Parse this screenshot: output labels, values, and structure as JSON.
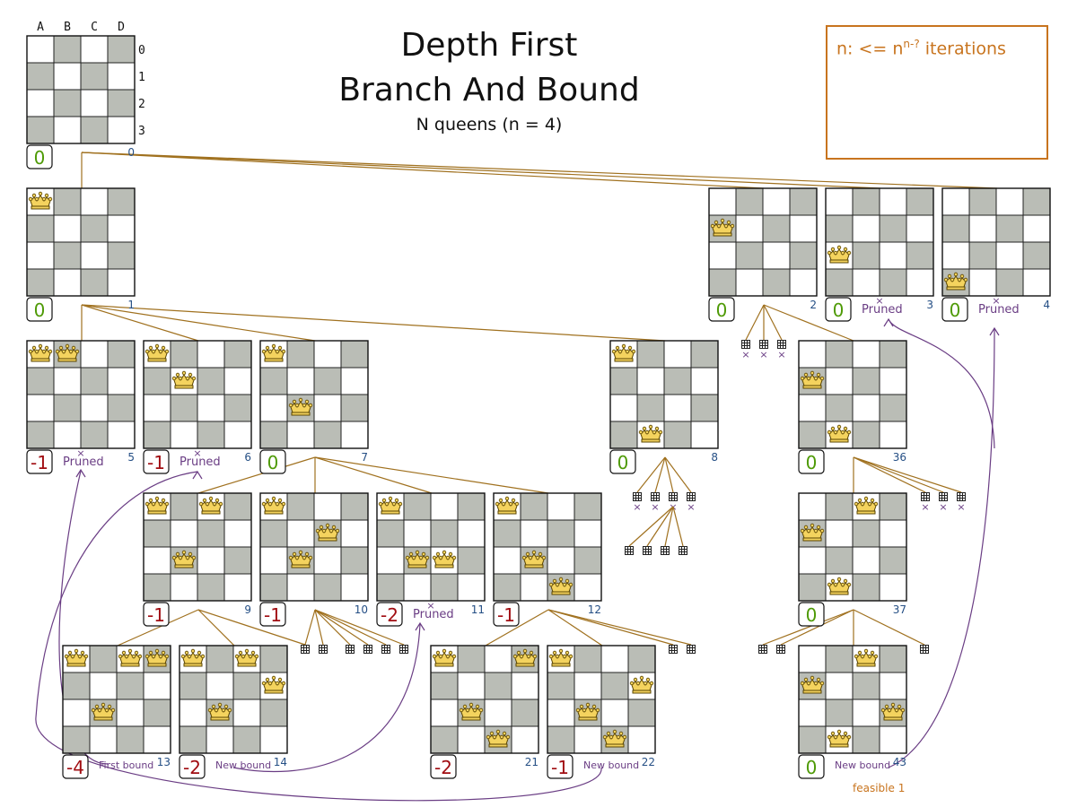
{
  "title_line1": "Depth First",
  "title_line2": "Branch And Bound",
  "subtitle": "N queens (n = 4)",
  "legend": {
    "prefix": "n: <= n",
    "exponent": "n-?",
    "suffix": " iterations"
  },
  "column_labels": [
    "A",
    "B",
    "C",
    "D"
  ],
  "row_labels": [
    "0",
    "1",
    "2",
    "3"
  ],
  "pruned_label": "Pruned",
  "nodes": [
    {
      "id": "0",
      "score": "0",
      "queens": []
    },
    {
      "id": "1",
      "score": "0",
      "queens": [
        [
          0,
          0
        ]
      ]
    },
    {
      "id": "2",
      "score": "0",
      "queens": [
        [
          0,
          1
        ]
      ]
    },
    {
      "id": "3",
      "score": "0",
      "queens": [
        [
          0,
          2
        ]
      ],
      "pruned": true
    },
    {
      "id": "4",
      "score": "0",
      "queens": [
        [
          0,
          3
        ]
      ],
      "pruned": true
    },
    {
      "id": "5",
      "score": "-1",
      "queens": [
        [
          0,
          0
        ],
        [
          1,
          0
        ]
      ],
      "pruned": true
    },
    {
      "id": "6",
      "score": "-1",
      "queens": [
        [
          0,
          0
        ],
        [
          1,
          1
        ]
      ],
      "pruned": true
    },
    {
      "id": "7",
      "score": "0",
      "queens": [
        [
          0,
          0
        ],
        [
          1,
          2
        ]
      ]
    },
    {
      "id": "8",
      "score": "0",
      "queens": [
        [
          0,
          0
        ],
        [
          1,
          3
        ]
      ]
    },
    {
      "id": "36",
      "score": "0",
      "queens": [
        [
          0,
          1
        ],
        [
          1,
          3
        ]
      ]
    },
    {
      "id": "9",
      "score": "-1",
      "queens": [
        [
          0,
          0
        ],
        [
          1,
          2
        ],
        [
          2,
          0
        ]
      ]
    },
    {
      "id": "10",
      "score": "-1",
      "queens": [
        [
          0,
          0
        ],
        [
          1,
          2
        ],
        [
          2,
          1
        ]
      ]
    },
    {
      "id": "11",
      "score": "-2",
      "queens": [
        [
          0,
          0
        ],
        [
          1,
          2
        ],
        [
          2,
          2
        ]
      ],
      "pruned": true
    },
    {
      "id": "12",
      "score": "-1",
      "queens": [
        [
          0,
          0
        ],
        [
          1,
          2
        ],
        [
          2,
          3
        ]
      ]
    },
    {
      "id": "37",
      "score": "0",
      "queens": [
        [
          0,
          1
        ],
        [
          1,
          3
        ],
        [
          2,
          0
        ]
      ]
    },
    {
      "id": "13",
      "score": "-4",
      "queens": [
        [
          0,
          0
        ],
        [
          1,
          2
        ],
        [
          2,
          0
        ],
        [
          3,
          0
        ]
      ],
      "note": "First bound"
    },
    {
      "id": "14",
      "score": "-2",
      "queens": [
        [
          0,
          0
        ],
        [
          1,
          2
        ],
        [
          2,
          0
        ],
        [
          3,
          1
        ]
      ],
      "note": "New bound"
    },
    {
      "id": "21",
      "score": "-2",
      "queens": [
        [
          0,
          0
        ],
        [
          1,
          2
        ],
        [
          2,
          3
        ],
        [
          3,
          0
        ]
      ]
    },
    {
      "id": "22",
      "score": "-1",
      "queens": [
        [
          0,
          0
        ],
        [
          1,
          2
        ],
        [
          2,
          3
        ],
        [
          3,
          1
        ]
      ],
      "note": "New bound"
    },
    {
      "id": "43",
      "score": "0",
      "queens": [
        [
          0,
          1
        ],
        [
          1,
          3
        ],
        [
          2,
          0
        ],
        [
          3,
          2
        ]
      ],
      "note": "New bound",
      "extra": "feasible 1"
    }
  ],
  "colors": {
    "tree_line": "#a0711f",
    "back_arrow": "#6a3d84",
    "negative": "#a10d12",
    "zero": "#4e9a06",
    "node_id": "#254f85",
    "dark_cell": "#babdb6",
    "legend": "#c8741e"
  }
}
